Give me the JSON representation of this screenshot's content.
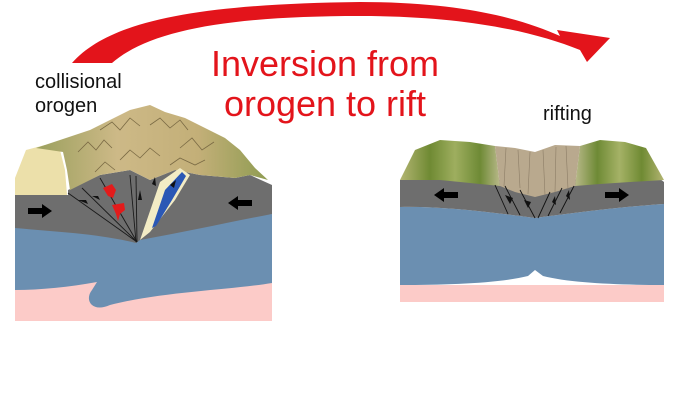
{
  "diagram": {
    "title_line1": "Inversion from",
    "title_line2": "orogen to rift",
    "left_panel": {
      "label_line1": "collisional",
      "label_line2": "orogen",
      "motion": "compression"
    },
    "right_panel": {
      "label": "rifting",
      "motion": "extension"
    },
    "colors": {
      "arrow": "#e3141b",
      "title": "#e3141b",
      "upper_crust": "#6e6e6e",
      "lithospheric_mantle": "#6b8fb1",
      "asthenosphere": "#fccbc8",
      "orogen_surface": "#c7b27e",
      "rift_shoulder": "#8ea04d",
      "rift_fill": "#b9a98e",
      "magma": "#e31b1b",
      "ophiolite": "#2b58b5"
    }
  }
}
